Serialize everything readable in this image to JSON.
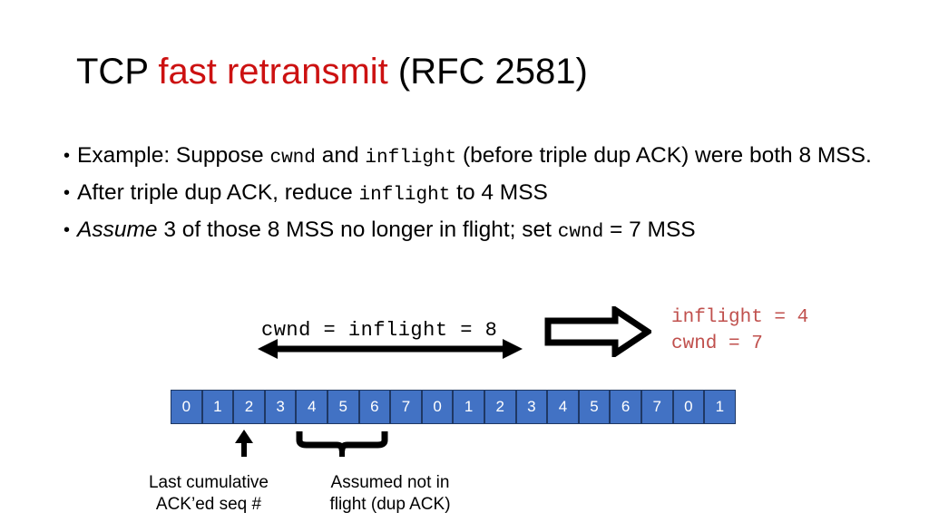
{
  "slide": {
    "title": {
      "pre": "TCP ",
      "highlight": "fast retransmit",
      "post": " (RFC 2581)"
    },
    "bullets": [
      {
        "marker": "•",
        "parts": [
          {
            "text": "Example: Suppose ",
            "style": "normal"
          },
          {
            "text": "cwnd",
            "style": "mono"
          },
          {
            "text": " and ",
            "style": "normal"
          },
          {
            "text": "inflight",
            "style": "mono"
          },
          {
            "text": " (before triple dup ACK) were both 8 MSS.",
            "style": "normal"
          }
        ]
      },
      {
        "marker": "•",
        "parts": [
          {
            "text": "After triple dup ACK, reduce ",
            "style": "normal"
          },
          {
            "text": "inflight",
            "style": "mono"
          },
          {
            "text": " to 4 MSS",
            "style": "normal"
          }
        ]
      },
      {
        "marker": "•",
        "parts": [
          {
            "text": "Assume",
            "style": "italic"
          },
          {
            "text": " 3 of those 8 MSS no longer in flight; set ",
            "style": "normal"
          },
          {
            "text": "cwnd",
            "style": "mono"
          },
          {
            "text": " = 7 MSS",
            "style": "normal"
          }
        ]
      }
    ],
    "diagram": {
      "cwnd_label": "cwnd = inflight = 8",
      "result_lines": [
        "inflight = 4",
        "cwnd = 7"
      ],
      "result_color": "#c0504d",
      "segment_color": "#4272c4",
      "segment_border_color": "#1f3864",
      "segments": [
        "0",
        "1",
        "2",
        "3",
        "4",
        "5",
        "6",
        "7",
        "0",
        "1",
        "2",
        "3",
        "4",
        "5",
        "6",
        "7",
        "0",
        "1"
      ],
      "annotations": {
        "cumulative_ack": [
          "Last cumulative",
          "ACK’ed seq #"
        ],
        "not_in_flight": [
          "Assumed not in",
          "flight (dup ACK)"
        ]
      }
    }
  }
}
